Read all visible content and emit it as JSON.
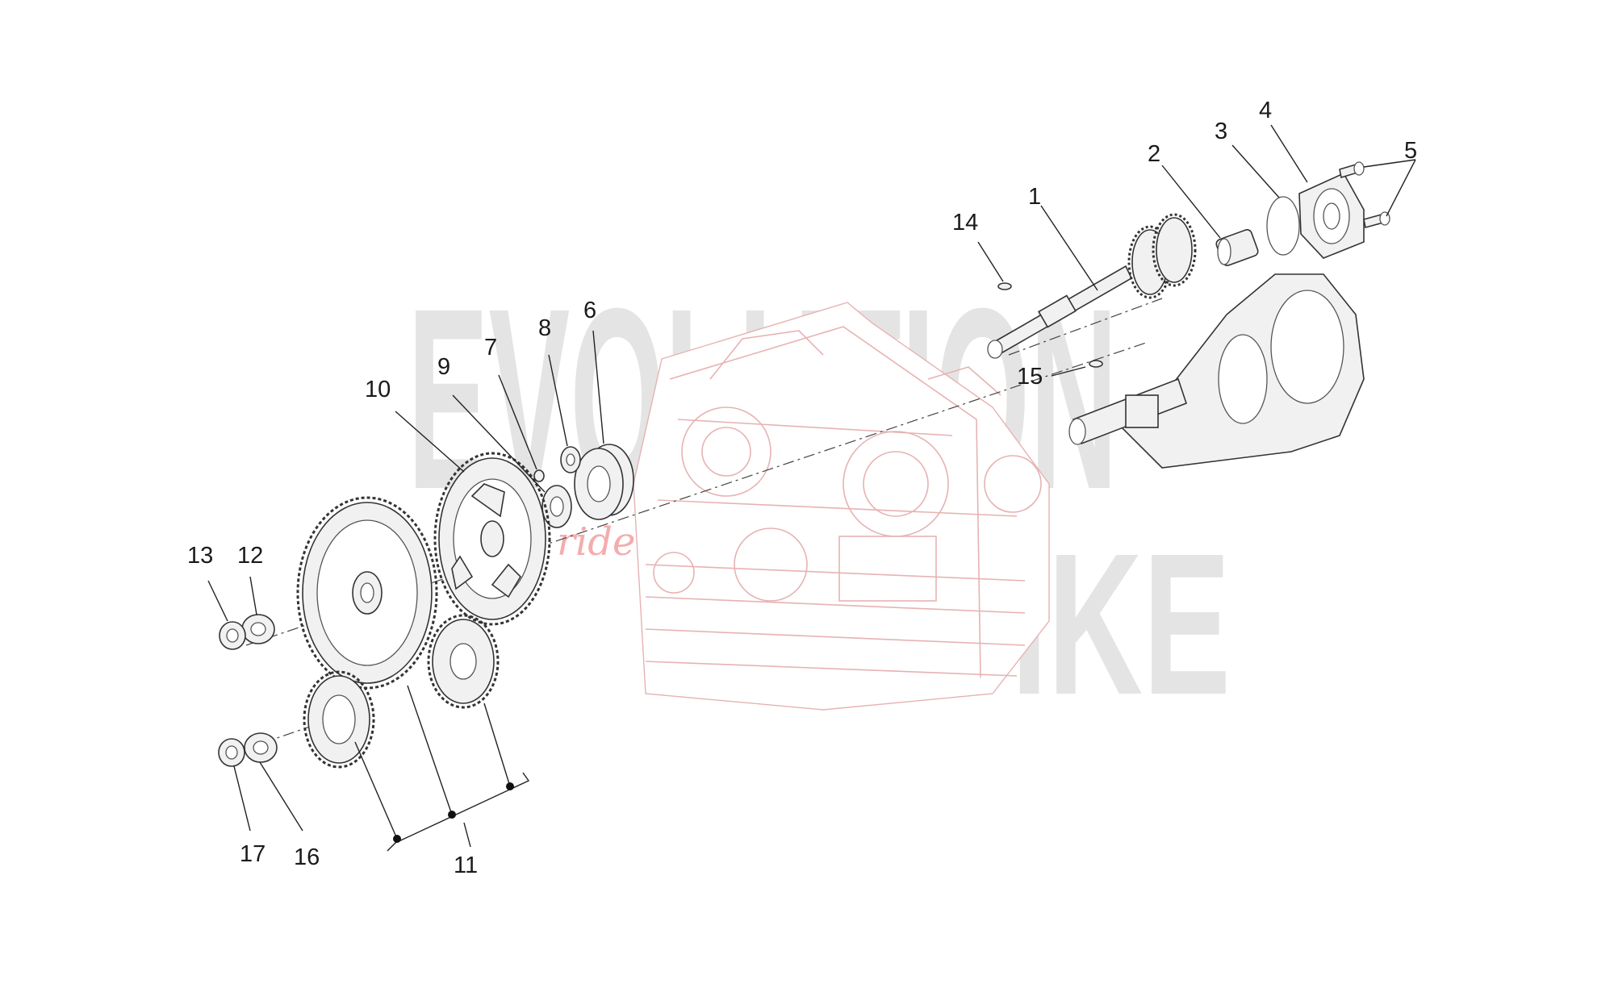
{
  "diagram": {
    "callouts": [
      "1",
      "2",
      "3",
      "4",
      "5",
      "6",
      "7",
      "8",
      "9",
      "10",
      "11",
      "12",
      "13",
      "14",
      "15",
      "16",
      "17"
    ]
  },
  "watermark": {
    "line1": "EVOLUTION",
    "line2": "BIKE",
    "tagline": "ride the power"
  },
  "colors": {
    "line_art": "#333333",
    "engine_ghost": "#e7b2b2",
    "watermark_gray": "#cfcfcf",
    "watermark_red": "#f08a8a"
  }
}
